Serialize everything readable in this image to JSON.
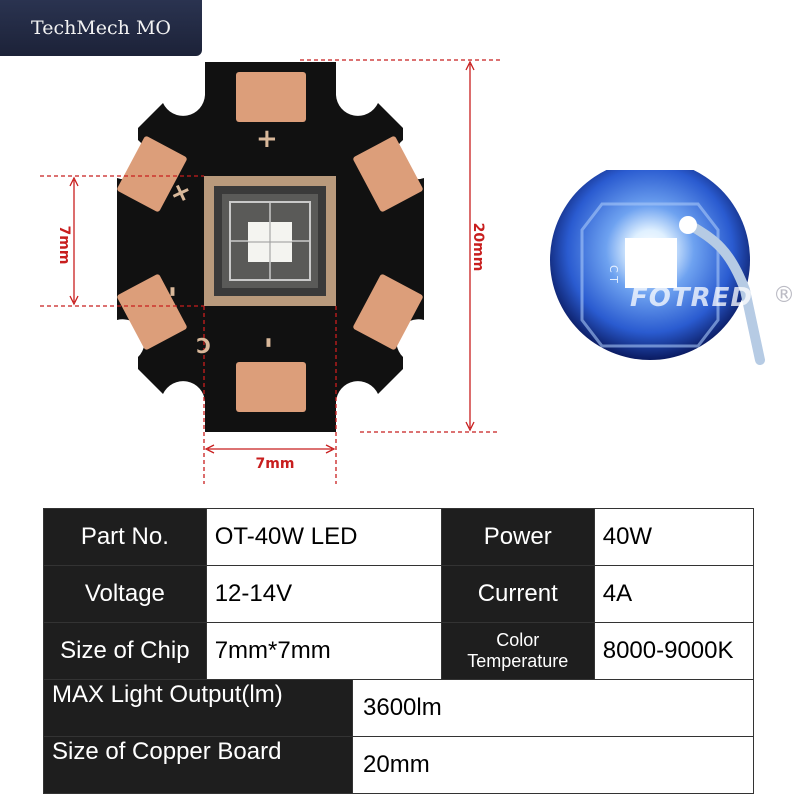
{
  "brand": {
    "label": "TechMech MO"
  },
  "diagram": {
    "dim_vertical_chip": "7mm",
    "dim_board_height": "20mm",
    "dim_horizontal_chip": "7mm",
    "pad_marks": [
      "+",
      "+",
      "-",
      "-"
    ],
    "board_letter": "C",
    "colors": {
      "board": "#111111",
      "pad": "#dc9e7a",
      "dimension": "#c81e1e"
    }
  },
  "photo": {
    "watermark": "FOTRED",
    "registered": "®",
    "glow_color": "#3b6fe0",
    "board_letters": "C T"
  },
  "specs": {
    "part_no_label": "Part No.",
    "part_no_value": "OT-40W LED",
    "power_label": "Power",
    "power_value": "40W",
    "voltage_label": "Voltage",
    "voltage_value": "12-14V",
    "current_label": "Current",
    "current_value": "4A",
    "chip_size_label": "Size of Chip",
    "chip_size_value": "7mm*7mm",
    "color_temp_label_1": "Color",
    "color_temp_label_2": "Temperature",
    "color_temp_value": "8000-9000K",
    "max_output_label": "MAX Light Output(lm)",
    "max_output_value": "3600lm",
    "board_size_label": "Size of Copper Board",
    "board_size_value": "20mm"
  }
}
